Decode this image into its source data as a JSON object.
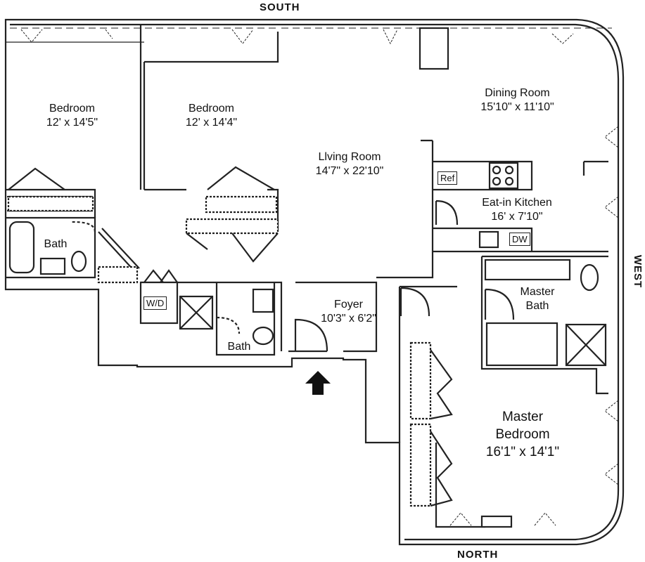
{
  "compass": {
    "south": "SOUTH",
    "north": "NORTH",
    "west": "WEST"
  },
  "rooms": {
    "bedroom1": {
      "name": "Bedroom",
      "dims": "12' x 14'5\""
    },
    "bedroom2": {
      "name": "Bedroom",
      "dims": "12' x 14'4\""
    },
    "living": {
      "name": "Llving Room",
      "dims": "14'7\" x 22'10\""
    },
    "dining": {
      "name": "Dining Room",
      "dims": "15'10\" x 11'10\""
    },
    "kitchen": {
      "name": "Eat-in Kitchen",
      "dims": "16' x 7'10\""
    },
    "foyer": {
      "name": "Foyer",
      "dims": "10'3\" x 6'2\""
    },
    "bath1": {
      "name": "Bath"
    },
    "bath2": {
      "name": "Bath"
    },
    "master_bath": {
      "line1": "Master",
      "line2": "Bath"
    },
    "master_bedroom": {
      "line1": "Master",
      "line2": "Bedroom",
      "dims": "16'1\" x 14'1\""
    }
  },
  "fixtures": {
    "washer_dryer": "W/D",
    "refrigerator": "Ref",
    "dishwasher": "DW"
  },
  "icons": {
    "entry": "entry-arrow-icon"
  }
}
